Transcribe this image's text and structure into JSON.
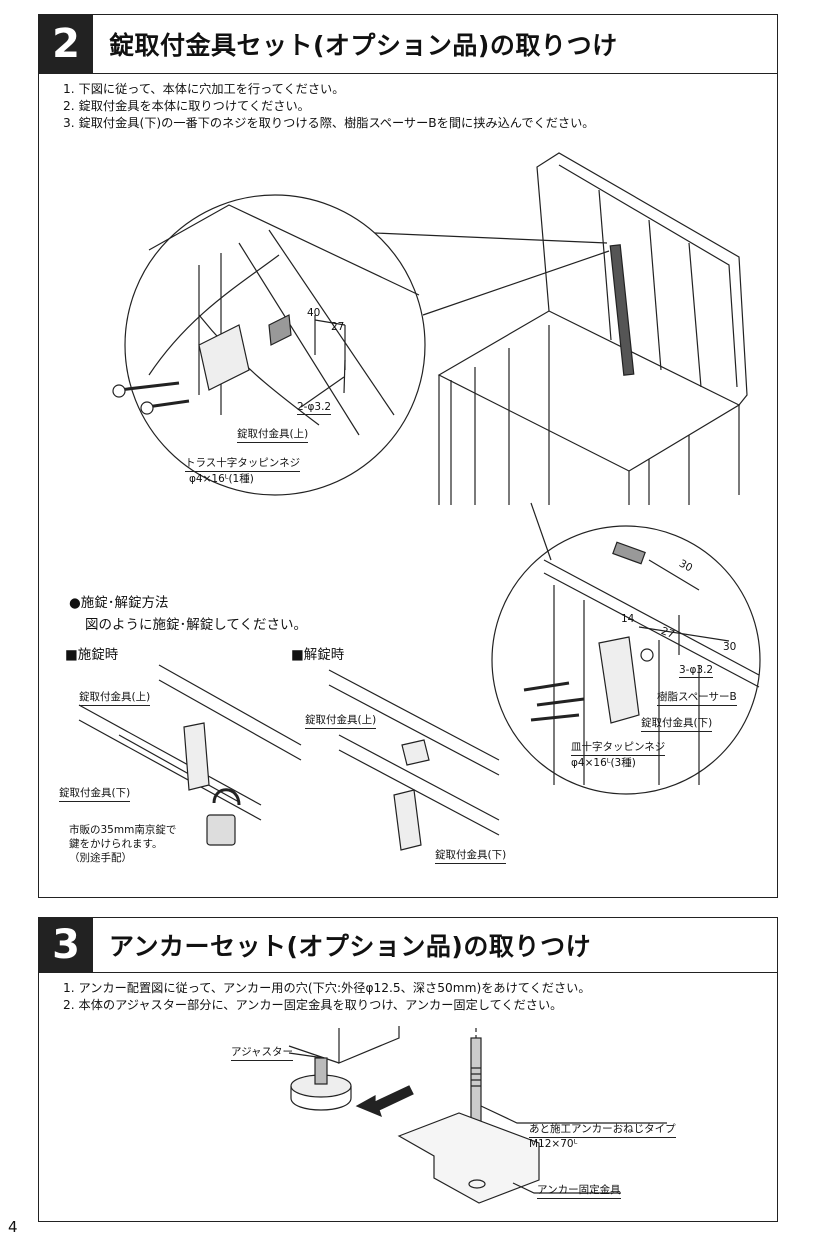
{
  "section2": {
    "number": "2",
    "title": "錠取付金具セット(オプション品)の取りつけ",
    "steps": [
      "1.  下図に従って、本体に穴加工を行ってください。",
      "2.  錠取付金具を本体に取りつけてください。",
      "3.  錠取付金具(下)の一番下のネジを取りつける際、樹脂スペーサーBを間に挟み込んでください。"
    ],
    "upper_detail": {
      "dim_40": "40",
      "dim_27": "27",
      "hole_spec": "2-φ3.2",
      "bracket_label": "錠取付金具(上)",
      "screw_label": "トラス十字タッピンネジ",
      "screw_spec": "φ4×16ᴸ(1種)"
    },
    "lower_detail": {
      "dim_30a": "30",
      "dim_14": "14",
      "dim_27": "27",
      "dim_30b": "30",
      "hole_spec": "3-φ3.2",
      "spacer_label": "樹脂スペーサーB",
      "bracket_label": "錠取付金具(下)",
      "screw_label": "皿十字タッピンネジ",
      "screw_spec": "φ4×16ᴸ(3種)"
    },
    "lock_method": {
      "heading": "●施錠･解錠方法",
      "description": "図のように施錠･解錠してください。",
      "locked_heading": "■施錠時",
      "unlocked_heading": "■解錠時",
      "locked_upper_label": "錠取付金具(上)",
      "locked_lower_label": "錠取付金具(下)",
      "padlock_note": [
        "市販の35mm南京錠で",
        "鍵をかけられます。",
        "（別途手配）"
      ],
      "unlocked_upper_label": "錠取付金具(上)",
      "unlocked_lower_label": "錠取付金具(下)"
    }
  },
  "section3": {
    "number": "3",
    "title": "アンカーセット(オプション品)の取りつけ",
    "steps": [
      "1.  アンカー配置図に従って、アンカー用の穴(下穴:外径φ12.5、深さ50mm)をあけてください。",
      "2.  本体のアジャスター部分に、アンカー固定金具を取りつけ、アンカー固定してください。"
    ],
    "adjuster_label": "アジャスター",
    "anchor_label": "あと施工アンカーおねじタイプ",
    "anchor_spec": "M12×70ᴸ",
    "bracket_label": "アンカー固定金具"
  },
  "page_number": "4"
}
